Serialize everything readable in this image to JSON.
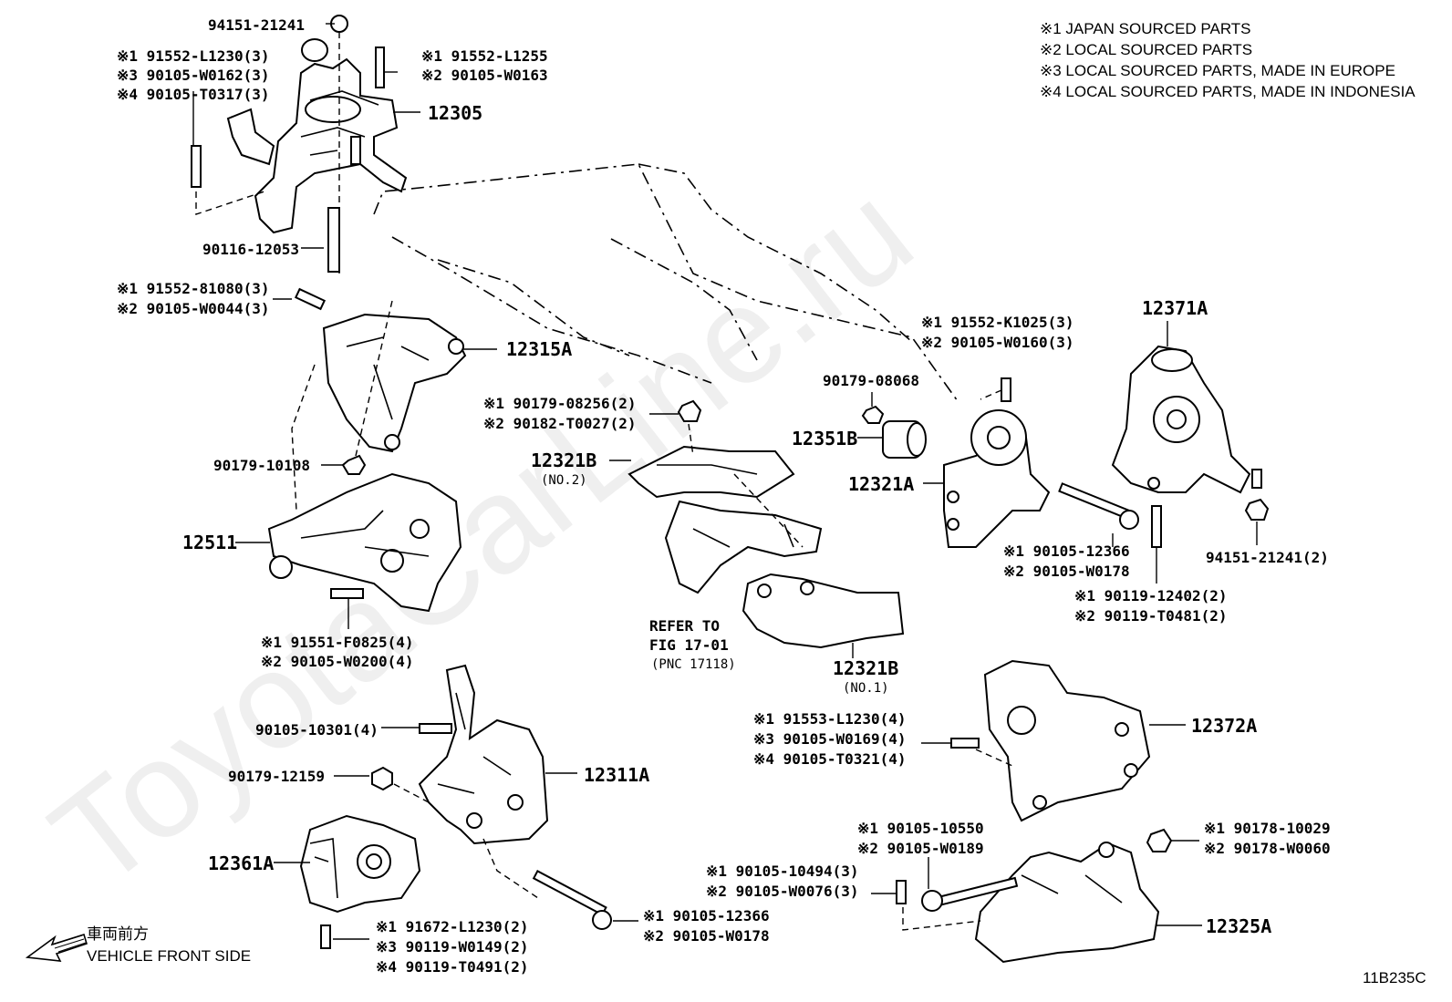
{
  "notes": [
    "※1 JAPAN SOURCED PARTS",
    "※2 LOCAL SOURCED PARTS",
    "※3 LOCAL SOURCED PARTS, MADE IN EUROPE",
    "※4 LOCAL SOURCED PARTS, MADE IN INDONESIA"
  ],
  "watermark": "ToyotaCarLine.ru",
  "figure_code": "11B235C",
  "vehicle_front": {
    "jp": "車両前方",
    "en": "VEHICLE FRONT SIDE"
  },
  "refer": {
    "line1": "REFER TO",
    "line2": "FIG 17-01",
    "line3": "(PNC 17118)"
  },
  "parts": {
    "p12305": "12305",
    "p12315A": "12315A",
    "p12511": "12511",
    "p12311A": "12311A",
    "p12361A": "12361A",
    "p12321B_top": "12321B",
    "p12321B_top_sub": "(NO.2)",
    "p12321B_bot": "12321B",
    "p12321B_bot_sub": "(NO.1)",
    "p12351B": "12351B",
    "p12321A": "12321A",
    "p12371A": "12371A",
    "p12372A": "12372A",
    "p12325A": "12325A"
  },
  "labels": {
    "l94151_top": "94151-21241",
    "l91552_l1230": "※1 91552-L1230(3)",
    "l90105_w0162": "※3 90105-W0162(3)",
    "l90105_t0317": "※4 90105-T0317(3)",
    "l91552_l1255": "※1 91552-L1255",
    "l90105_w0163": "※2 90105-W0163",
    "l90116": "90116-12053",
    "l91552_81080": "※1 91552-81080(3)",
    "l90105_w0044": "※2 90105-W0044(3)",
    "l90179_10108": "90179-10108",
    "l91551_f0825": "※1 91551-F0825(4)",
    "l90105_w0200": "※2 90105-W0200(4)",
    "l90105_10301": "90105-10301(4)",
    "l90179_12159": "90179-12159",
    "l91672_l1230": "※1 91672-L1230(2)",
    "l90119_w0149": "※3 90119-W0149(2)",
    "l90119_t0491": "※4 90119-T0491(2)",
    "l90105_12366_bot": "※1 90105-12366",
    "l90105_w0178_bot": "※2 90105-W0178",
    "l90179_08256": "※1 90179-08256(2)",
    "l90182_t0027": "※2 90182-T0027(2)",
    "l90179_08068": "90179-08068",
    "l91552_k1025": "※1 91552-K1025(3)",
    "l90105_w0160": "※2 90105-W0160(3)",
    "l90105_12366_mid": "※1 90105-12366",
    "l90105_w0178_mid": "※2 90105-W0178",
    "l90119_12402": "※1 90119-12402(2)",
    "l90119_t0481": "※2 90119-T0481(2)",
    "l94151_right": "94151-21241(2)",
    "l91553_l1230": "※1 91553-L1230(4)",
    "l90105_w0169": "※3 90105-W0169(4)",
    "l90105_t0321": "※4 90105-T0321(4)",
    "l90105_10550": "※1 90105-10550",
    "l90105_w0189": "※2 90105-W0189",
    "l90178_10029": "※1 90178-10029",
    "l90178_w0060": "※2 90178-W0060",
    "l90105_10494": "※1 90105-10494(3)",
    "l90105_w0076": "※2 90105-W0076(3)"
  }
}
